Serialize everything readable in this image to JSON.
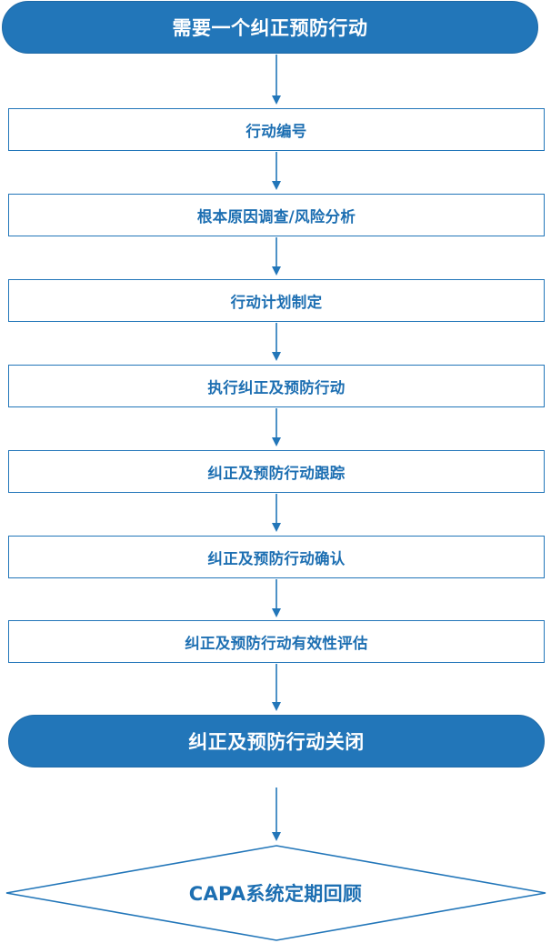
{
  "start": "需要一个纠正预防行动",
  "steps": [
    "行动编号",
    "根本原因调查/风险分析",
    "行动计划制定",
    "执行纠正及预防行动",
    "纠正及预防行动跟踪",
    "纠正及预防行动确认",
    "纠正及预防行动有效性评估"
  ],
  "close": "纠正及预防行动关闭",
  "review": "CAPA系统定期回顾",
  "colors": {
    "primary": "#2276b9",
    "text_blue": "#1d6fb2",
    "white": "#ffffff"
  }
}
